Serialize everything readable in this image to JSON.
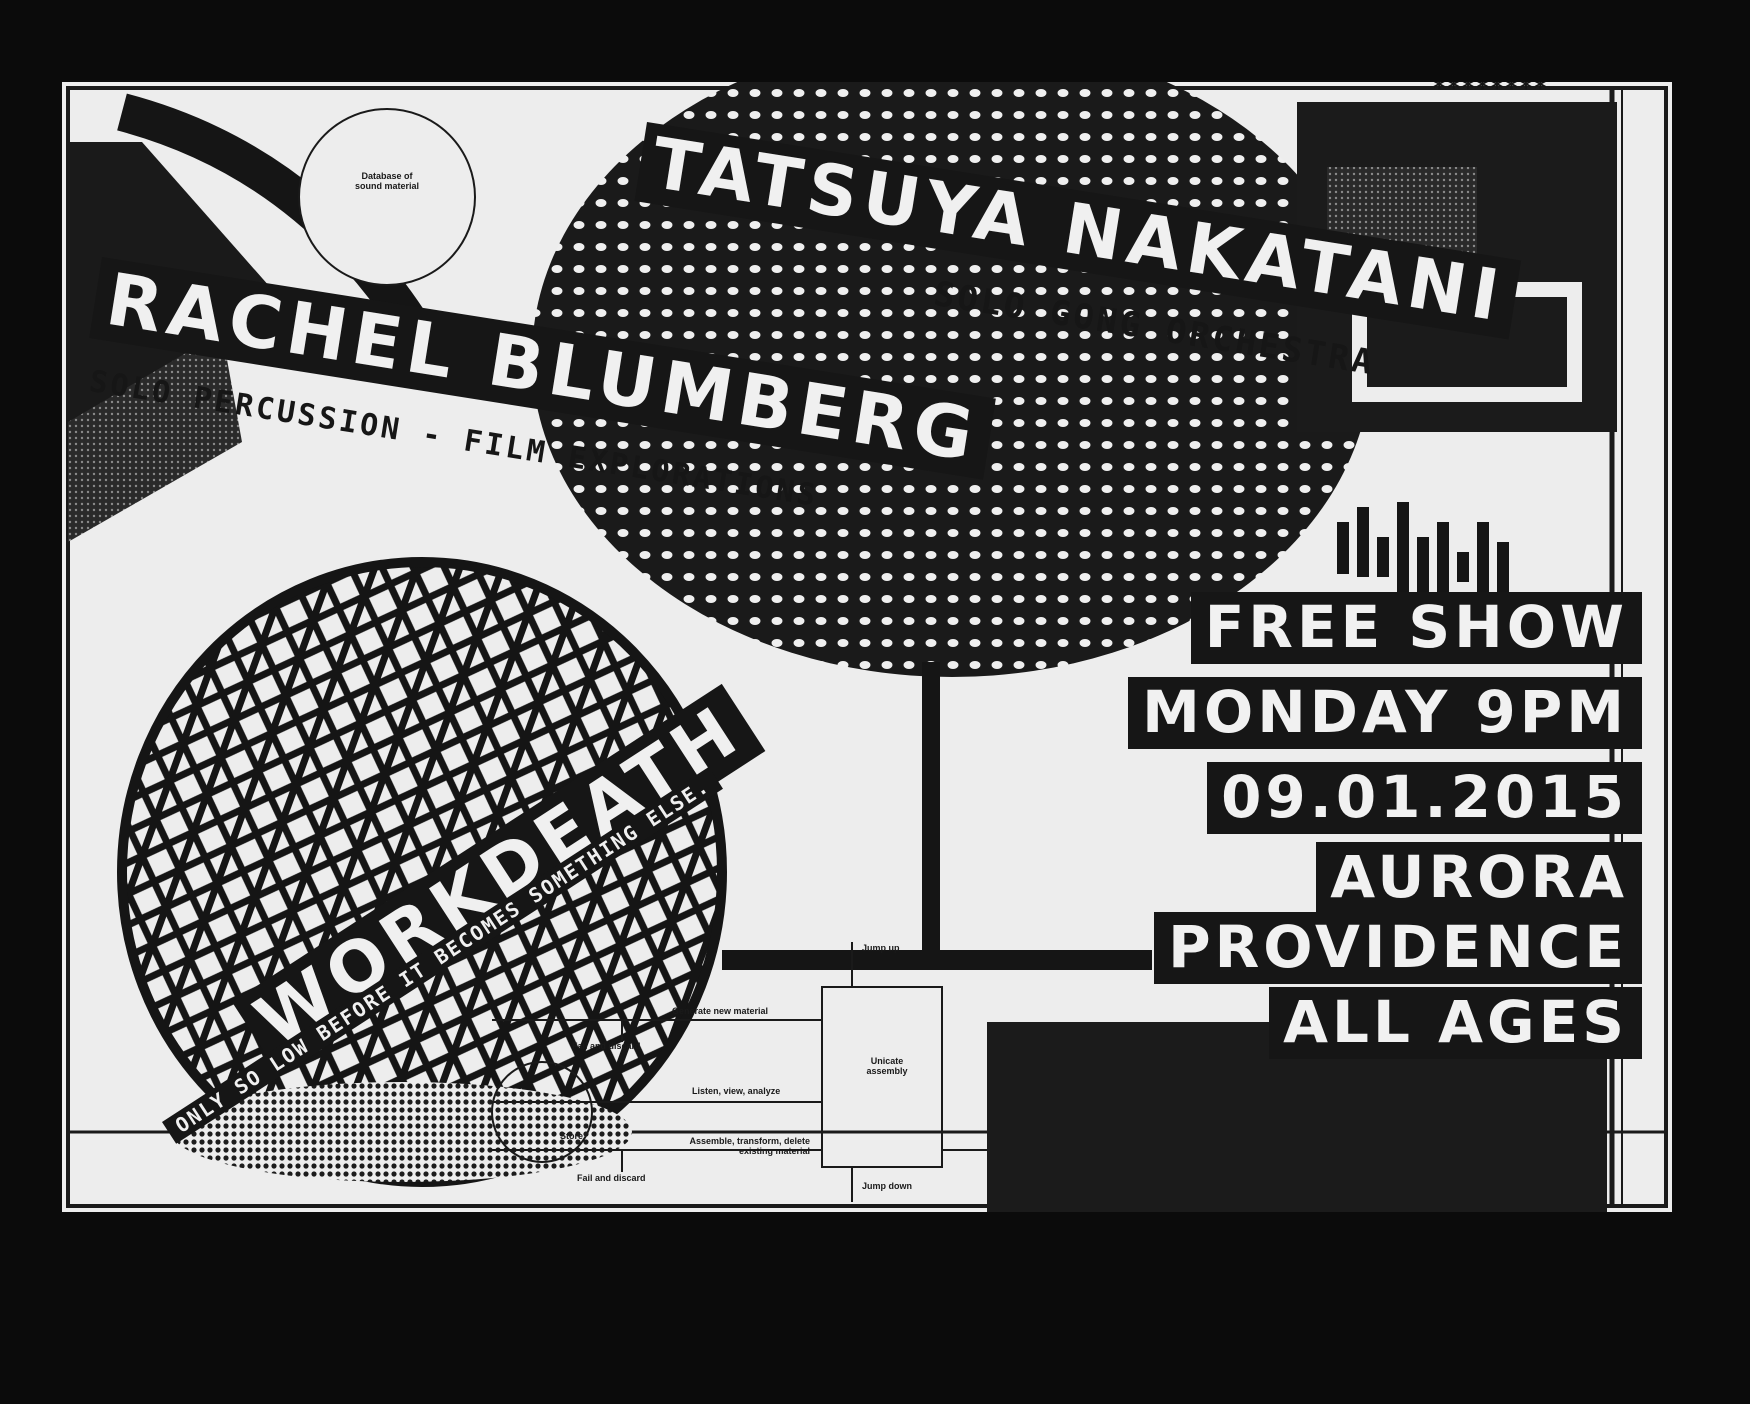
{
  "headliner": {
    "name": "TATSUYA NAKATANI",
    "subtitle": "SOLO GONG ORCHESTRA"
  },
  "artist_two": {
    "name": "RACHEL BLUMBERG",
    "subtitle": "SOLO PERCUSSION - FILM EXPLORATIONS"
  },
  "artist_three": {
    "name": "WORKDEATH",
    "subtitle": "ONLY SO LOW BEFORE IT BECOMES SOMETHING ELSE."
  },
  "details": {
    "line1": "FREE SHOW",
    "line2": "MONDAY 9PM",
    "line3": "09.01.2015",
    "line4": "AURORA",
    "line5": "PROVIDENCE",
    "line6": "ALL AGES"
  },
  "diagram": {
    "database_label": "Database of sound material",
    "jump_up": "Jump up",
    "jump_down": "Jump down",
    "generate": "Generate new material",
    "fail_discard_top": "Fail and discard",
    "listen": "Listen, view, analyze",
    "unicate": "Unicate assembly",
    "store": "Store",
    "assemble": "Assemble, transform, delete existing material",
    "fail_discard_bottom": "Fail and discard"
  },
  "colors": {
    "paper": "#ededed",
    "ink": "#161616",
    "background": "#0b0b0b"
  },
  "decor": {
    "asterisks": "********",
    "barcode_icon": "bars"
  }
}
